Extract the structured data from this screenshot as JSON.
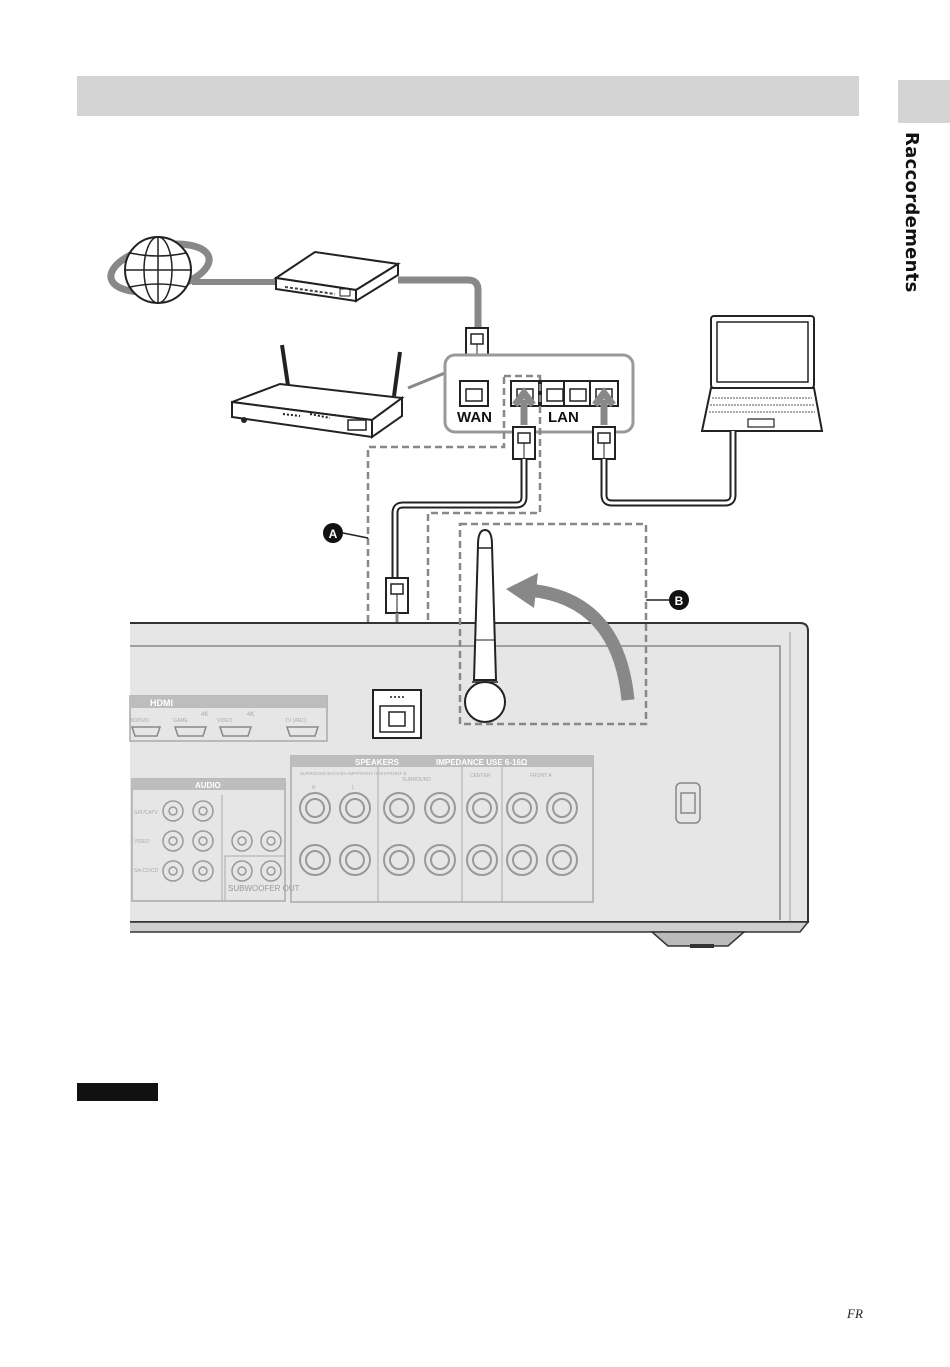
{
  "page": {
    "section_tab_label": "Raccordements",
    "page_code": "FR"
  },
  "diagram": {
    "router_port_labels": {
      "wan": "WAN",
      "lan": "LAN"
    },
    "callouts": {
      "a": "A",
      "b": "B"
    },
    "receiver_panel": {
      "hdmi_group": "HDMI",
      "hdmi_sub": [
        "4K",
        "4K"
      ],
      "hdmi_ports": [
        "BD/DVD",
        "GAME",
        "VIDEO",
        "TV (ARC)"
      ],
      "audio_group": "AUDIO",
      "audio_rows": [
        "SAT/CATV",
        "VIDEO",
        "SA-CD/CD"
      ],
      "subwoofer_label": "SUBWOOFER OUT",
      "speakers_label": "SPEAKERS",
      "impedance_label": "IMPEDANCE USE 6-16Ω",
      "speaker_groups": [
        "SURROUND BACK/BI-AMP/FRONT HIGH/FRONT B",
        "SURROUND",
        "CENTER",
        "FRONT A"
      ],
      "channel_labels": [
        "R",
        "L"
      ]
    }
  }
}
